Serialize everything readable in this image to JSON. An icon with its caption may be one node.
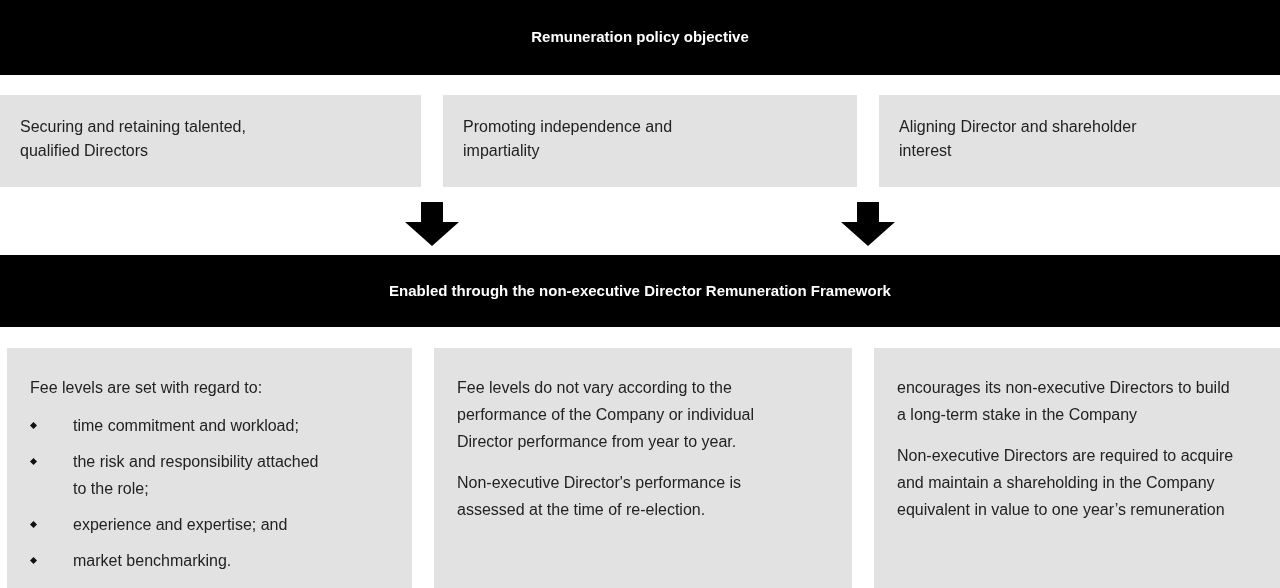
{
  "diagram": {
    "nodes": [
      {
        "text": [
          "Remuneration policy objective"
        ]
      },
      {
        "text": [
          "Securing and retaining talented, qualified Directors"
        ]
      },
      {
        "text": [
          "Promoting independence and impartiality"
        ]
      },
      {
        "text": [
          "Aligning Director and shareholder interest"
        ]
      },
      {
        "text": [
          "Enabled through the non-executive Director Remuneration Framework"
        ]
      },
      {
        "text": [
          "Fee levels are set with regard to:",
          "time commitment and workload;",
          "the risk and responsibility attached to the role;",
          "experience and expertise; and",
          "market benchmarking."
        ]
      },
      {
        "text": [
          "Fee levels do not vary according to the performance of the Company or individual Director performance from year to year.",
          "Non-executive Director's performance is assessed at the time of re-election."
        ]
      },
      {
        "text": [
          "encourages its non-executive Directors to build a long-term stake in the Company",
          "Non-executive Directors are required to acquire and maintain a shareholding in the Company equivalent in value to one year’s remuneration"
        ]
      }
    ],
    "edges": [
      {
        "from": null,
        "to": 4,
        "arrow": "to"
      },
      {
        "from": null,
        "to": 4,
        "arrow": "to"
      }
    ]
  }
}
